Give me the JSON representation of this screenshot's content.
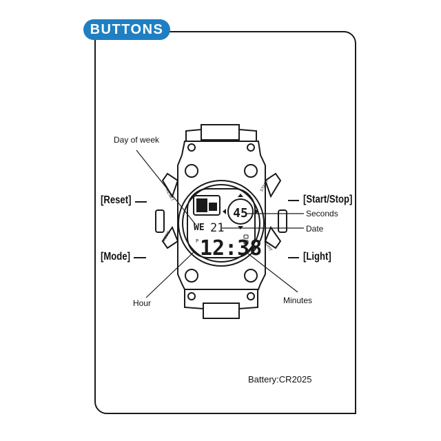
{
  "header": {
    "title": "BUTTONS"
  },
  "buttons": {
    "reset": "[Reset]",
    "mode": "[Mode]",
    "start_stop": "[Start/Stop]",
    "light": "[Light]"
  },
  "callouts": {
    "day_of_week": "Day of week",
    "seconds": "Seconds",
    "date": "Date",
    "hour": "Hour",
    "minutes": "Minutes"
  },
  "display": {
    "seconds": "45",
    "day": "WE",
    "date": "21",
    "time": "12:38",
    "pm": "P"
  },
  "bezel": {
    "reset": "RESET",
    "mode": "MODE",
    "start": "START",
    "light": "LIGHT"
  },
  "footer": {
    "battery": "Battery:CR2025"
  }
}
